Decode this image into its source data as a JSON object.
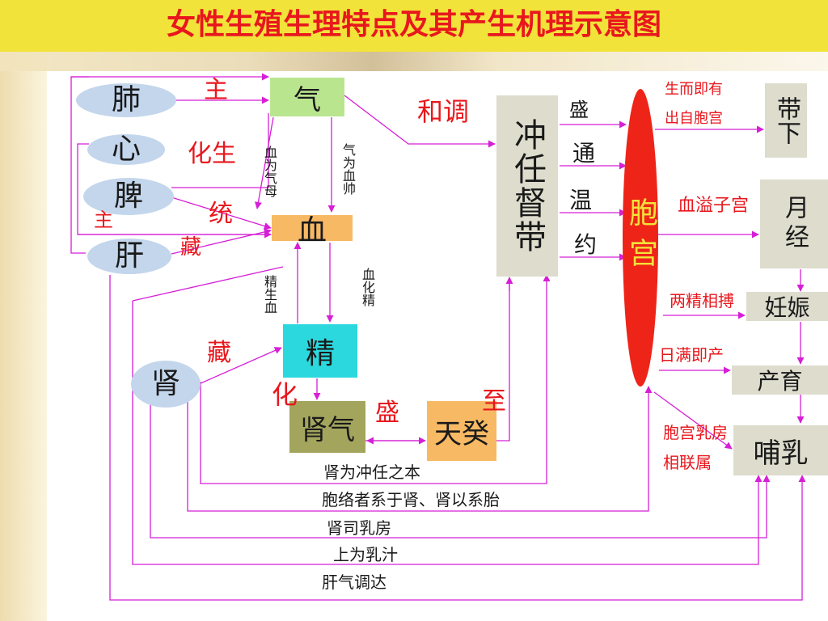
{
  "title": "女性生殖生理特点及其产生机理示意图",
  "colors": {
    "title_bar": "#f1e33a",
    "title_text": "#e8171d",
    "connector": "#d61fd6",
    "organ_ellipse": "#c3d6ec",
    "qi_box": "#b9e58f",
    "xue_box": "#f7b964",
    "jing_box": "#2bd8dd",
    "shenqi_box": "#a3a55d",
    "tiangui_box": "#f7b964",
    "neutral_box": "#dddccd",
    "uterus": "#ee2418",
    "label_red": "#e8171d"
  },
  "organs": {
    "lung": "肺",
    "heart": "心",
    "spleen": "脾",
    "liver": "肝",
    "kidney": "肾"
  },
  "boxes": {
    "qi": "气",
    "xue": "血",
    "jing": "精",
    "shenqi": "肾气",
    "tiangui": "天癸",
    "chongren": "冲任督带",
    "uterus": "胞宫",
    "daixia": "带下",
    "yuejing": "月经",
    "renshen": "妊娠",
    "chanyu": "产育",
    "buru": "哺乳"
  },
  "labels": {
    "zhu_lung": "主",
    "huasheng": "化生",
    "tong": "统",
    "zhu_liver": "主",
    "cang_liver": "藏",
    "cang_kidney": "藏",
    "hua": "化",
    "sheng_qi": "盛",
    "zhi": "至",
    "hetiao": "和调",
    "sheng_chong": "盛",
    "tong_chong": "通",
    "wen": "温",
    "yue": "约",
    "xue_wei_qi_mu": "血为气母",
    "qi_wei_xue_shuai": "气为血帅",
    "jing_sheng_xue": "精生血",
    "xue_hua_jing": "血化精",
    "shengerjiyou": "生而即有",
    "chuzibaogong": "出自胞宫",
    "xueyizigong": "血溢子宫",
    "liangjingxiangbo": "两精相搏",
    "rimanjichan": "日满即产",
    "baogongrufang": "胞宫乳房",
    "xianglianshu": "相联属"
  },
  "bottom_notes": [
    "肾为冲任之本",
    "胞络者系于肾、肾以系胎",
    "肾司乳房",
    "上为乳汁",
    "肝气调达"
  ]
}
